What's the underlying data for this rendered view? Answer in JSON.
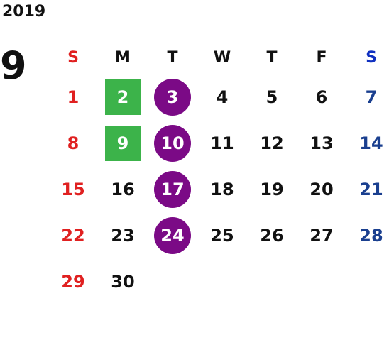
{
  "year": "2019",
  "month": "9",
  "weekdays": [
    "S",
    "M",
    "T",
    "W",
    "T",
    "F",
    "S"
  ],
  "weeks": [
    [
      "1",
      "2",
      "3",
      "4",
      "5",
      "6",
      "7"
    ],
    [
      "8",
      "9",
      "10",
      "11",
      "12",
      "13",
      "14"
    ],
    [
      "15",
      "16",
      "17",
      "18",
      "19",
      "20",
      "21"
    ],
    [
      "22",
      "23",
      "24",
      "25",
      "26",
      "27",
      "28"
    ],
    [
      "29",
      "30",
      "",
      "",
      "",
      "",
      ""
    ]
  ],
  "colors": {
    "sunday": "#e02020",
    "saturday": "#1a3f8f",
    "square_marker": "#3cb34a",
    "circle_marker": "#7b0a86"
  },
  "markers": {
    "square_dates": [
      "2",
      "9"
    ],
    "circle_dates": [
      "3",
      "10",
      "17",
      "24"
    ]
  }
}
